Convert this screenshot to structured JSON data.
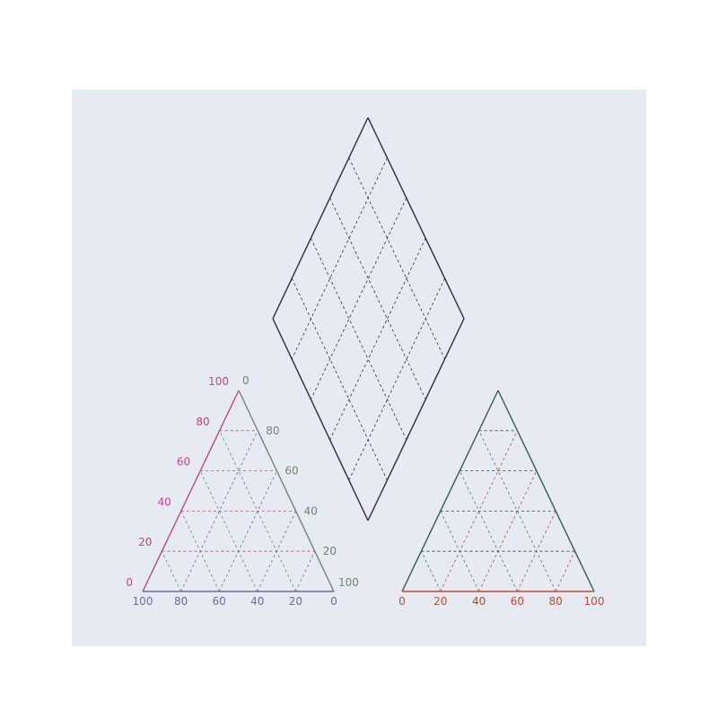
{
  "diagram": {
    "background": "#e5eaf3",
    "diamond": {
      "stroke": "#3a2540",
      "grid_color": "#3a2540",
      "divisions": 5
    },
    "left_triangle": {
      "divisions": 5,
      "left_edge_color": "#c2448f",
      "right_edge_color": "#6b8a6b",
      "base_color": "#6f6aa3",
      "left_axis_ticks": [
        "0",
        "20",
        "40",
        "60",
        "80",
        "100"
      ],
      "right_axis_ticks": [
        "100",
        "20",
        "40",
        "60",
        "80",
        "0"
      ],
      "base_ticks": [
        "100",
        "80",
        "60",
        "40",
        "20",
        "0"
      ]
    },
    "right_triangle": {
      "divisions": 5,
      "edge_color": "#2f5f56",
      "base_color": "#c14a2c",
      "grid_horizontal_color": "#2f4a4a",
      "grid_left_color": "#c14a2c",
      "grid_right_color": "#4a7a6a",
      "base_ticks": [
        "0",
        "20",
        "40",
        "60",
        "80",
        "100"
      ]
    }
  }
}
